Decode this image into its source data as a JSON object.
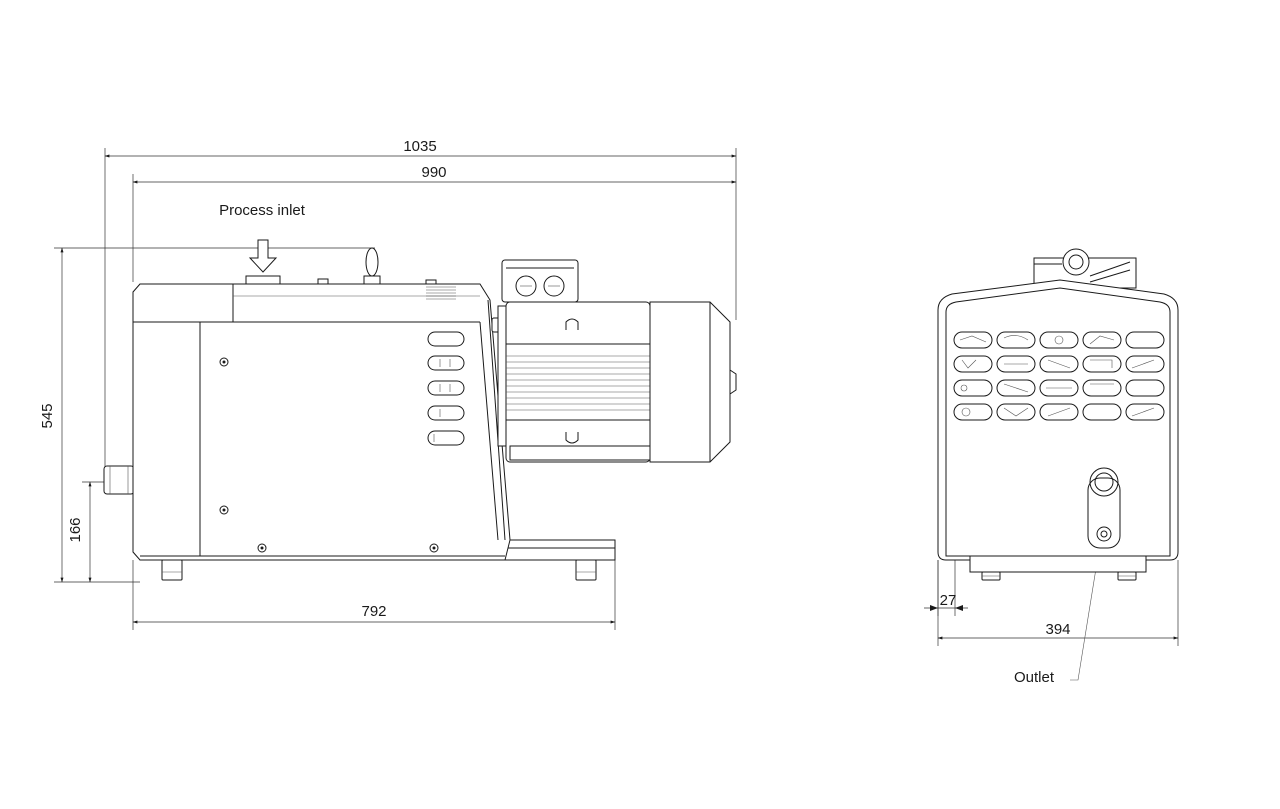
{
  "labels": {
    "process_inlet": "Process inlet",
    "outlet": "Outlet"
  },
  "dimensions": {
    "overall_length": "1035",
    "motor_length": "990",
    "height": "545",
    "inlet_height": "166",
    "base_length": "792",
    "foot_offset": "27",
    "width": "394"
  }
}
